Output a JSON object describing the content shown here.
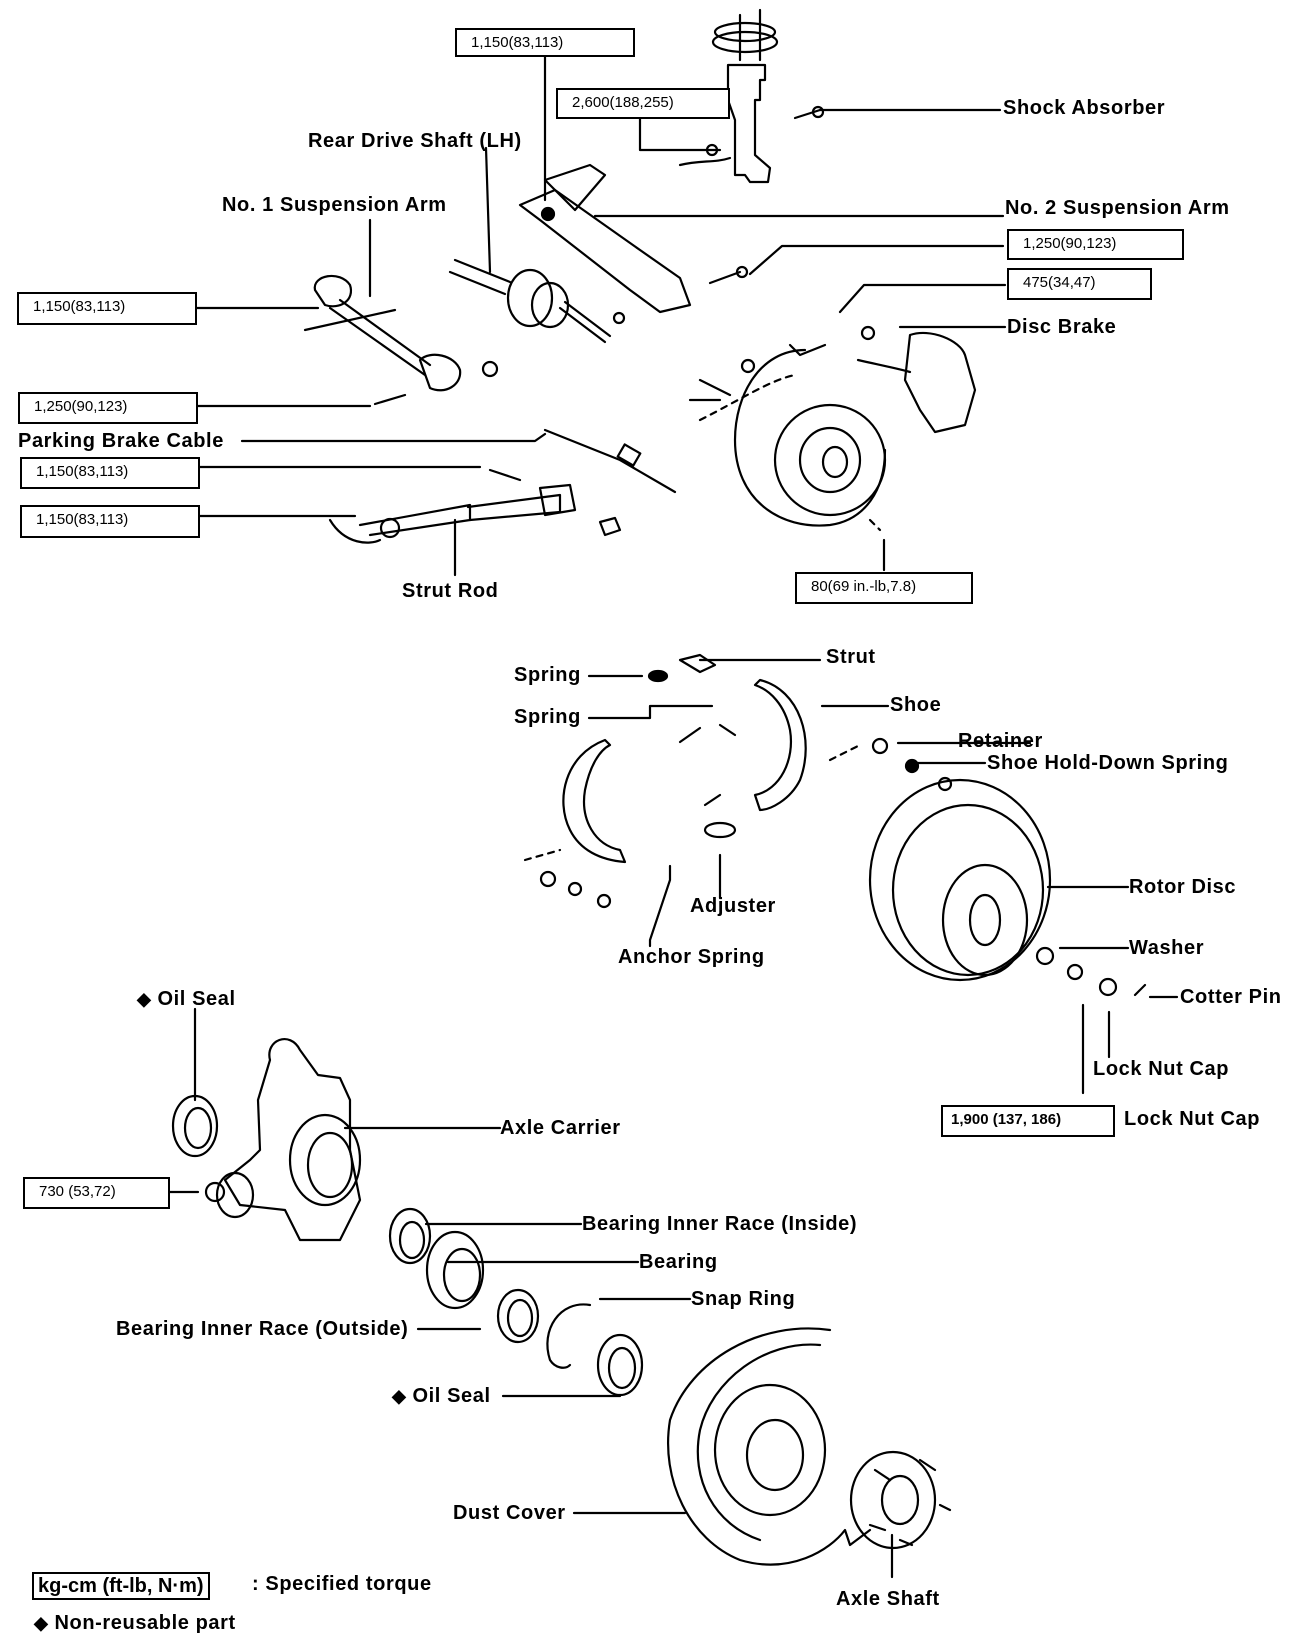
{
  "diagram": {
    "type": "exploded-parts-view",
    "subject": "Rear axle / rear suspension and brake assembly",
    "colors": {
      "ink": "#000000",
      "paper": "#ffffff"
    }
  },
  "labels": {
    "rear_drive_shaft": "Rear Drive Shaft (LH)",
    "no1_suspension_arm": "No. 1 Suspension Arm",
    "shock_absorber": "Shock Absorber",
    "no2_suspension_arm": "No. 2 Suspension Arm",
    "disc_brake": "Disc Brake",
    "parking_brake_cable": "Parking Brake Cable",
    "strut_rod": "Strut Rod",
    "spring_1": "Spring",
    "strut": "Strut",
    "spring_2": "Spring",
    "shoe": "Shoe",
    "retainer": "Retainer",
    "shoe_hold_down_spring": "Shoe Hold-Down Spring",
    "rotor_disc": "Rotor Disc",
    "adjuster": "Adjuster",
    "anchor_spring": "Anchor Spring",
    "washer": "Washer",
    "cotter_pin": "Cotter Pin",
    "lock_nut_cap_1": "Lock Nut Cap",
    "lock_nut_cap_2": "Lock Nut Cap",
    "oil_seal_1": "Oil Seal",
    "axle_carrier": "Axle Carrier",
    "bearing_inner_race_inside": "Bearing Inner Race (Inside)",
    "bearing": "Bearing",
    "snap_ring": "Snap Ring",
    "bearing_inner_race_outside": "Bearing Inner Race (Outside)",
    "oil_seal_2": "Oil Seal",
    "dust_cover": "Dust Cover",
    "axle_shaft": "Axle Shaft"
  },
  "torques": {
    "no2_arm_top": "1,150(83,113)",
    "shock_lower": "2,600(188,255)",
    "no2_arm_bolt": "1,250(90,123)",
    "disc_brake_bolt": "475(34,47)",
    "no1_arm_inner": "1,150(83,113)",
    "no1_arm_outer": "1,250(90,123)",
    "strut_rod_outer": "1,150(83,113)",
    "strut_rod_inner": "1,150(83,113)",
    "backing_plate_screw": "80(69 in.-lb,7.8)",
    "lock_nut": "1,900 (137, 186)",
    "carrier_nut": "730 (53,72)"
  },
  "legend": {
    "torque_unit": "kg-cm (ft-lb, N·m)",
    "torque_desc": ": Specified torque",
    "non_reusable_symbol": "◆",
    "non_reusable_desc": "Non-reusable part"
  }
}
